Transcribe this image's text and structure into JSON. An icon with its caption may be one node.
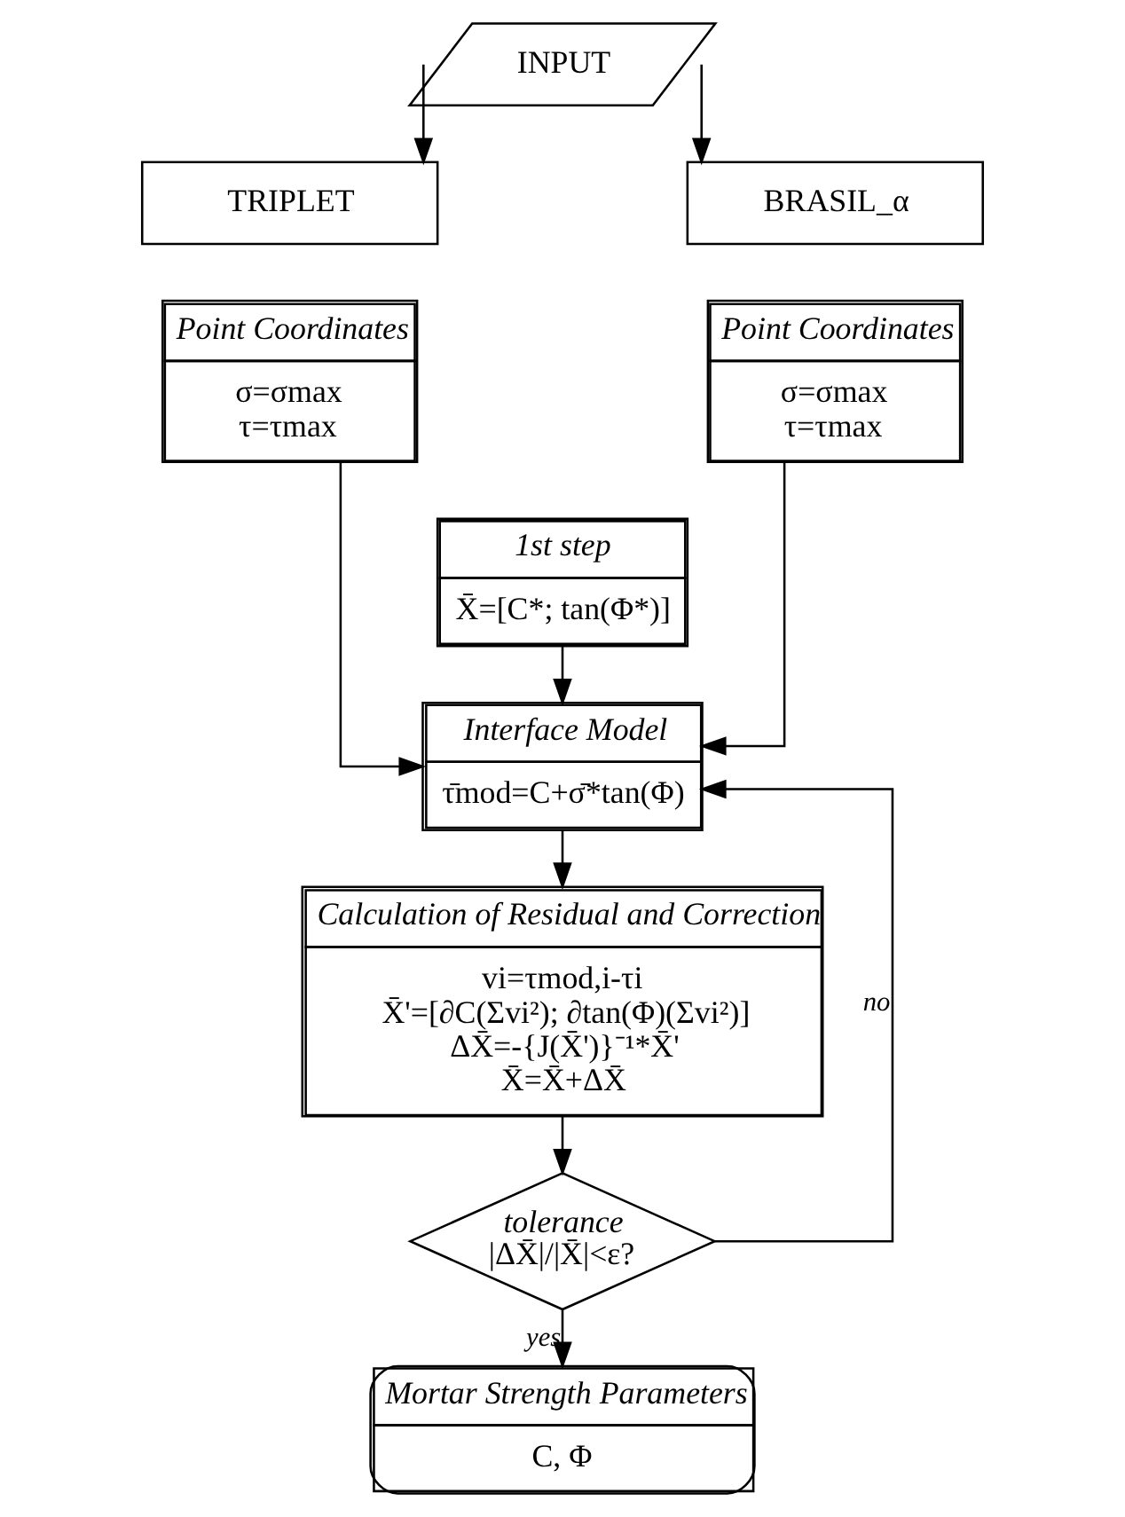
{
  "diagram": {
    "nodes": [
      {
        "text": [
          "INPUT"
        ]
      },
      {
        "text": [
          "TRIPLET"
        ]
      },
      {
        "text": [
          "BRASIL_α"
        ]
      },
      {
        "text": [
          "Point Coordinates",
          "σ=σmax",
          "τ=τmax"
        ]
      },
      {
        "text": [
          "Point Coordinates",
          "σ=σmax",
          "τ=τmax"
        ]
      },
      {
        "text": [
          "1st step",
          "X̄=[C*; tan(Φ*)]"
        ]
      },
      {
        "text": [
          "Interface Model",
          "τ̄mod=C+σ̄*tan(Φ)"
        ]
      },
      {
        "text": [
          "Calculation of Residual and Correction",
          "vi=τmod,i-τi",
          "X̄'=[∂C(Σvi²); ∂tan(Φ)(Σvi²)]",
          "ΔX̄=-{J(X̄')}⁻¹*X̄'",
          "X̄=X̄+ΔX̄"
        ]
      },
      {
        "text": [
          "tolerance",
          "|ΔX̄|/|X̄|<ε?"
        ]
      },
      {
        "text": [
          "Mortar Strength Parameters",
          "C, Φ"
        ]
      }
    ],
    "edges": [
      {
        "from": 0,
        "to": 1,
        "arrow": "to"
      },
      {
        "from": 0,
        "to": 2,
        "arrow": "to"
      },
      {
        "from": 3,
        "to": 6,
        "arrow": "to"
      },
      {
        "from": 5,
        "to": 6,
        "arrow": "to"
      },
      {
        "from": 4,
        "to": 6,
        "arrow": "to"
      },
      {
        "from": 6,
        "to": 7,
        "arrow": "to"
      },
      {
        "from": 7,
        "to": 8,
        "arrow": "to"
      },
      {
        "from": 8,
        "to": 6,
        "arrow": "to",
        "label": "no"
      },
      {
        "from": 8,
        "to": 9,
        "arrow": "to",
        "label": "yes"
      }
    ]
  }
}
